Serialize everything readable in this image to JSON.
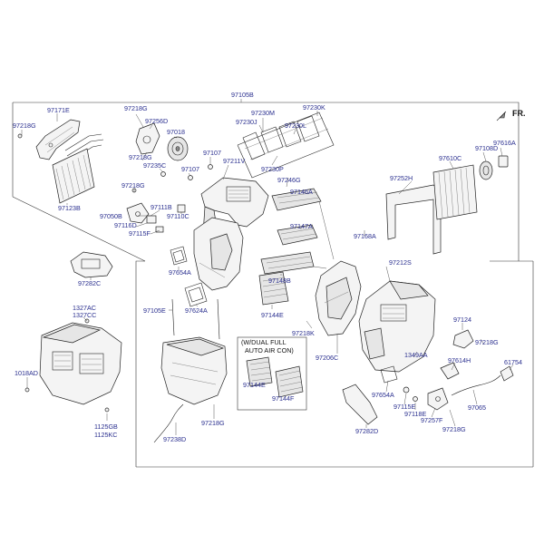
{
  "diagram": {
    "direction_label": "FR.",
    "top_part_number": "97105B",
    "labels": {
      "p97171E": "97171E",
      "p97218G_a": "97218G",
      "p97123B": "97123B",
      "p97218G_b": "97218G",
      "p97256D": "97256D",
      "p97018": "97018",
      "p97218G_c": "97218G",
      "p97235C": "97235C",
      "p97107_a": "97107",
      "p97107_b": "97107",
      "p97211V": "97211V",
      "p97218G_d": "97218G",
      "p97050B": "97050B",
      "p97111B": "97111B",
      "p97116D": "97116D",
      "p97110C": "97110C",
      "p97115F": "97115F",
      "p97230M": "97230M",
      "p97230K": "97230K",
      "p97230J": "97230J",
      "p97230L": "97230L",
      "p97230P": "97230P",
      "p97246G": "97246G",
      "p97146A": "97146A",
      "p97147A": "97147A",
      "p97168A": "97168A",
      "p97252H": "97252H",
      "p97610C": "97610C",
      "p97108D": "97108D",
      "p97616A": "97616A",
      "p97282C": "97282C",
      "p97654A_a": "97654A",
      "p97148B": "97148B",
      "p97212S": "97212S",
      "p1327AC": "1327AC",
      "p1327CC": "1327CC",
      "p97105E": "97105E",
      "p97624A": "97624A",
      "p97144E_a": "97144E",
      "p97218K": "97218K",
      "p97124": "97124",
      "p1018AD": "1018AD",
      "wdual_line1": "(W/DUAL FULL",
      "wdual_line2": "AUTO AIR CON)",
      "p97206C": "97206C",
      "p1349AA": "1349AA",
      "p97218G_e": "97218G",
      "p97144E_b": "97144E",
      "p97144F": "97144F",
      "p97614H": "97614H",
      "p61754": "61754",
      "p97654A_b": "97654A",
      "p97115E": "97115E",
      "p97065": "97065",
      "p97118E": "97118E",
      "p1125GB": "1125GB",
      "p1125KC": "1125KC",
      "p97218G_f": "97218G",
      "p97257F": "97257F",
      "p97238D": "97238D",
      "p97282D": "97282D",
      "p97218G_g": "97218G"
    }
  }
}
